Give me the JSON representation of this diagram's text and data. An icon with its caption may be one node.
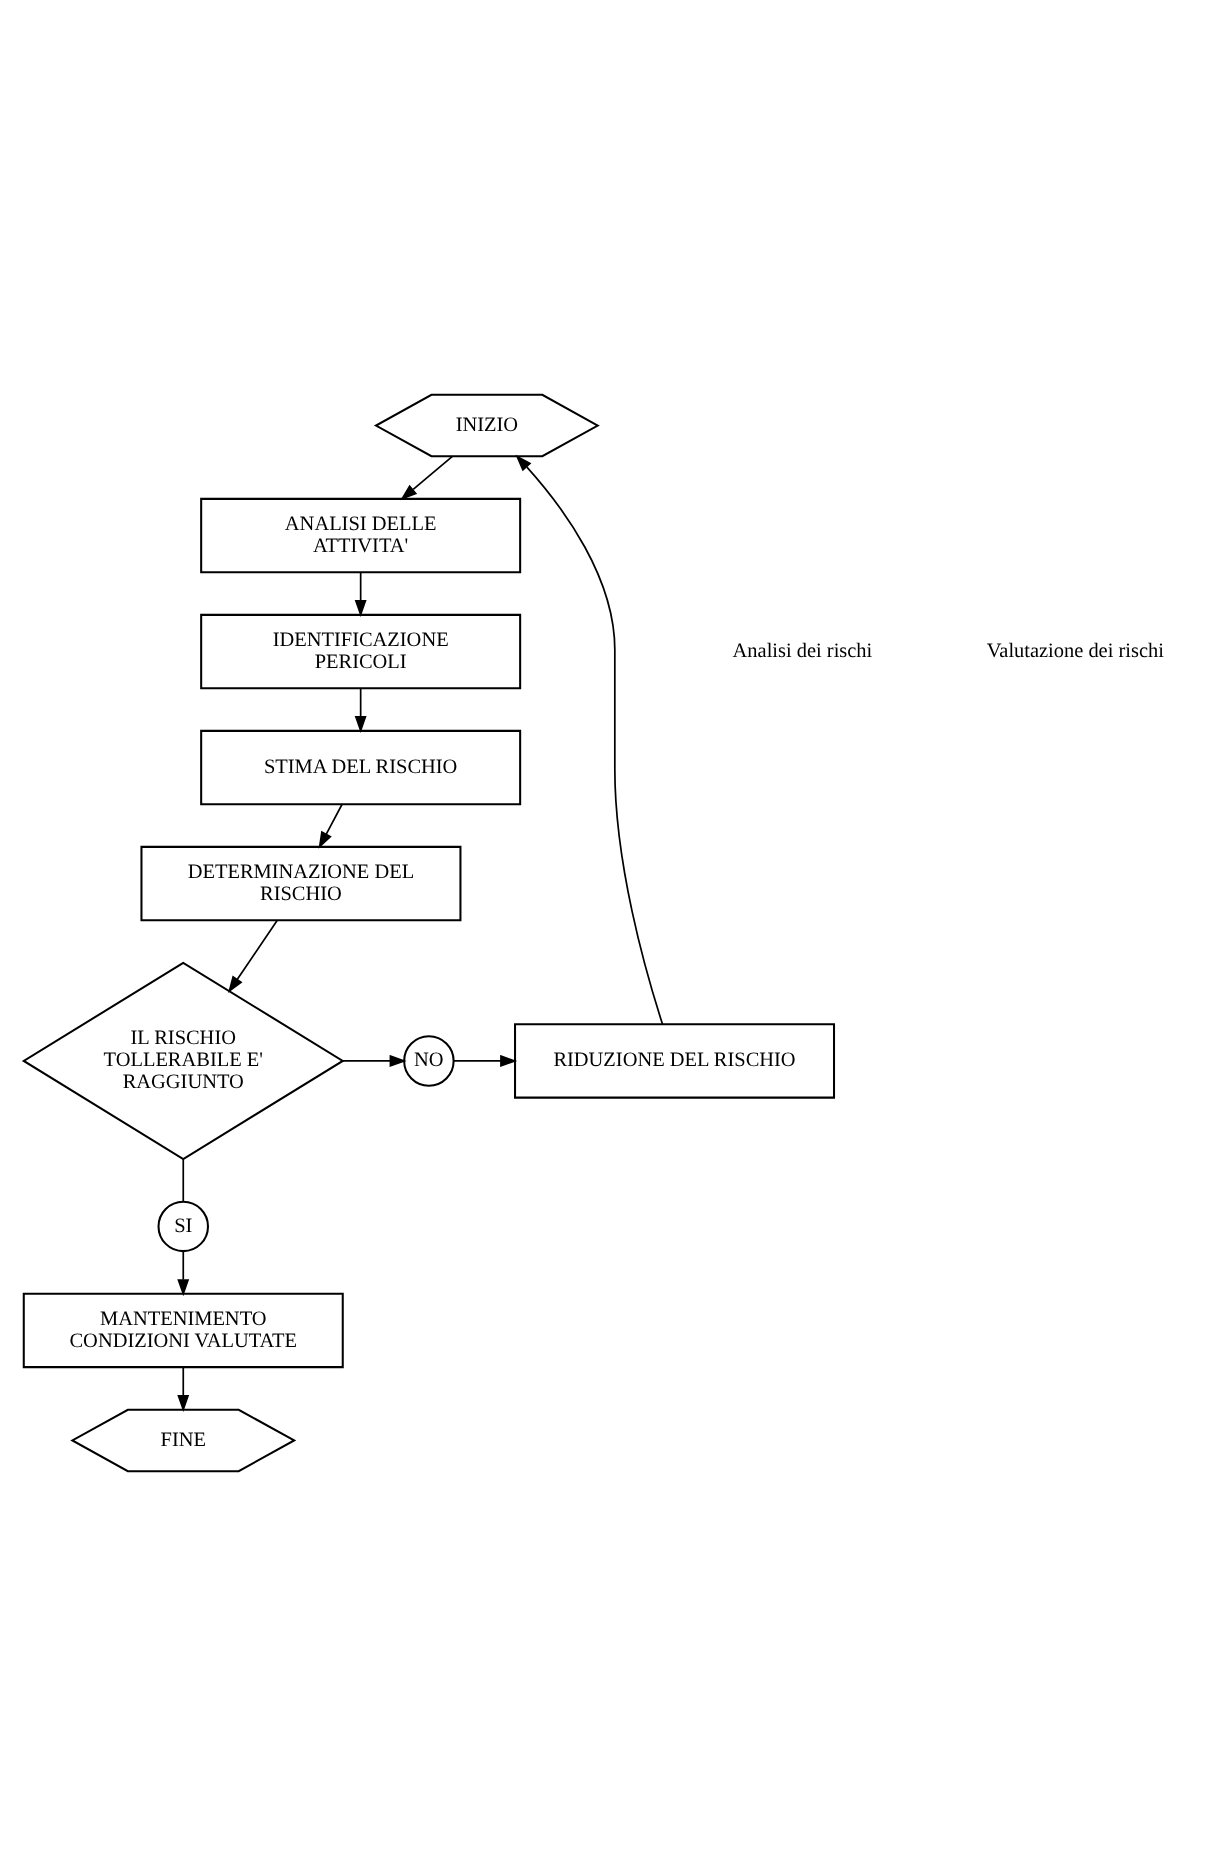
{
  "diagram": {
    "nodes": [
      {
        "text": [
          "INIZIO"
        ]
      },
      {
        "text": [
          "ANALISI DELLE ATTIVITA'"
        ]
      },
      {
        "text": [
          "IDENTIFICAZIONE PERICOLI"
        ]
      },
      {
        "text": [
          "STIMA DEL RISCHIO"
        ]
      },
      {
        "text": [
          "DETERMINAZIONE DEL RISCHIO"
        ]
      },
      {
        "text": [
          "IL RISCHIO TOLLERABILE E' RAGGIUNTO"
        ]
      },
      {
        "text": [
          "NO"
        ]
      },
      {
        "text": [
          "RIDUZIONE DEL RISCHIO"
        ]
      },
      {
        "text": [
          "SI"
        ]
      },
      {
        "text": [
          "MANTENIMENTO CONDIZIONI VALUTATE"
        ]
      },
      {
        "text": [
          "FINE"
        ]
      }
    ],
    "edges": [
      {
        "from": 0,
        "to": 1,
        "arrow": "to"
      },
      {
        "from": 1,
        "to": 2,
        "arrow": "to"
      },
      {
        "from": 2,
        "to": 3,
        "arrow": "to"
      },
      {
        "from": 3,
        "to": 4,
        "arrow": "to"
      },
      {
        "from": 4,
        "to": 5,
        "arrow": "to"
      },
      {
        "from": 5,
        "to": 6,
        "arrow": "to"
      },
      {
        "from": 6,
        "to": 7,
        "arrow": "to"
      },
      {
        "from": 7,
        "to": 0,
        "arrow": "to"
      },
      {
        "from": 5,
        "to": 8,
        "arrow": "none"
      },
      {
        "from": 8,
        "to": 9,
        "arrow": "to"
      },
      {
        "from": 9,
        "to": 10,
        "arrow": "to"
      }
    ],
    "labels": [
      "Analisi dei rischi",
      "Valutazione dei rischi"
    ]
  }
}
